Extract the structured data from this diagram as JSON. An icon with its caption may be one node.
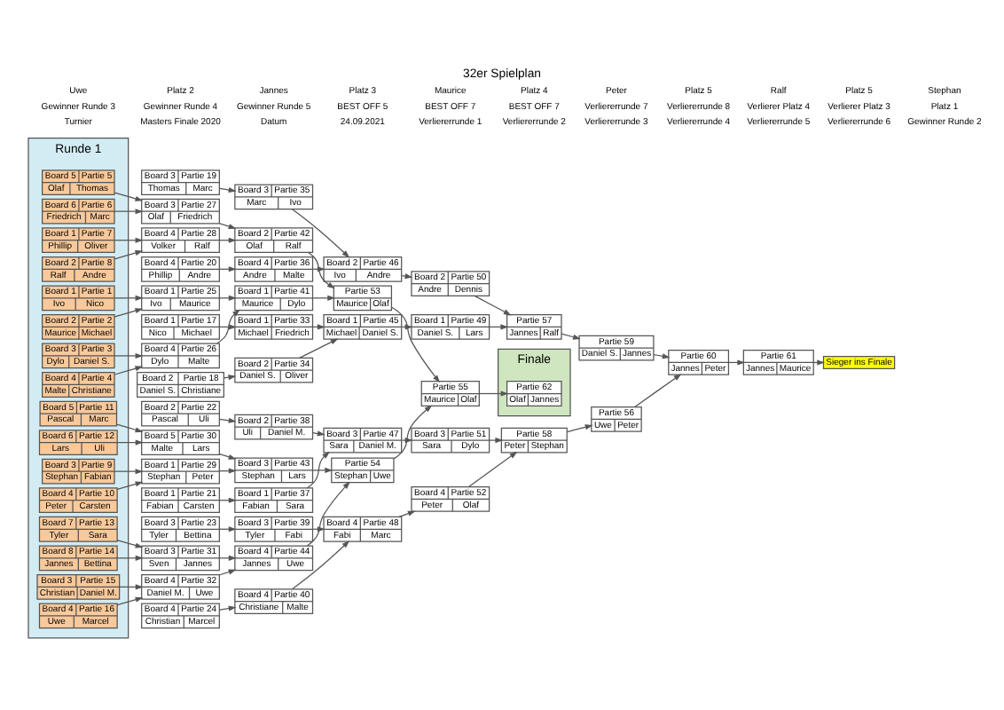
{
  "diagram": {
    "title": "32er Spielplan",
    "nodes": [
      {
        "text": [
          "Runde 1"
        ]
      },
      {
        "text": [
          "Board 1",
          "Partie 1",
          "Ivo",
          "Nico"
        ],
        "in": 0
      },
      {
        "text": [
          "Board 2",
          "Partie 2",
          "Maurice",
          "Michael"
        ],
        "in": 0
      },
      {
        "text": [
          "Board 3",
          "Partie 3",
          "Dylo",
          "Daniel S."
        ],
        "in": 0
      },
      {
        "text": [
          "Board 4",
          "Partie 4",
          "Malte",
          "Christiane"
        ],
        "in": 0
      },
      {
        "text": [
          "Board 5",
          "Partie 5",
          "Olaf",
          "Thomas"
        ],
        "in": 0
      },
      {
        "text": [
          "Board 6",
          "Partie 6",
          "Friedrich",
          "Marc"
        ],
        "in": 0
      },
      {
        "text": [
          "Board 1",
          "Partie 7",
          "Phillip",
          "Oliver"
        ],
        "in": 0
      },
      {
        "text": [
          "Board 2",
          "Partie 8",
          "Ralf",
          "Andre"
        ],
        "in": 0
      },
      {
        "text": [
          "Board 3",
          "Partie 9",
          "Stephan",
          "Fabian"
        ],
        "in": 0
      },
      {
        "text": [
          "Board 4",
          "Partie 10",
          "Peter",
          "Carsten"
        ],
        "in": 0
      },
      {
        "text": [
          "Board 5",
          "Partie 11",
          "Pascal",
          "Marc"
        ],
        "in": 0
      },
      {
        "text": [
          "Board 6",
          "Partie 12",
          "Lars",
          "Uli"
        ],
        "in": 0
      },
      {
        "text": [
          "Board 7",
          "Partie 13",
          "Tyler",
          "Sara"
        ],
        "in": 0
      },
      {
        "text": [
          "Board 8",
          "Partie 14",
          "Jannes",
          "Bettina"
        ],
        "in": 0
      },
      {
        "text": [
          "Board 3",
          "Partie 15",
          "Christian",
          "Daniel M."
        ],
        "in": 0
      },
      {
        "text": [
          "Board 4",
          "Partie 16",
          "Uwe",
          "Marcel"
        ],
        "in": 0
      },
      {
        "text": [
          "Board 1",
          "Partie 17",
          "Nico",
          "Michael"
        ]
      },
      {
        "text": [
          "Board 2",
          "Partie 18",
          "Daniel S.",
          "Christiane"
        ]
      },
      {
        "text": [
          "Board 3",
          "Partie 19",
          "Thomas",
          "Marc"
        ]
      },
      {
        "text": [
          "Board 4",
          "Partie 20",
          "Phillip",
          "Andre"
        ]
      },
      {
        "text": [
          "Board 1",
          "Partie 21",
          "Fabian",
          "Carsten"
        ]
      },
      {
        "text": [
          "Board 2",
          "Partie 22",
          "Pascal",
          "Uli"
        ]
      },
      {
        "text": [
          "Board 3",
          "Partie 23",
          "Tyler",
          "Bettina"
        ]
      },
      {
        "text": [
          "Board 4",
          "Partie 24",
          "Christian",
          "Marcel"
        ]
      },
      {
        "text": [
          "Board 1",
          "Partie 25",
          "Ivo",
          "Maurice"
        ]
      },
      {
        "text": [
          "Board 4",
          "Partie 26",
          "Dylo",
          "Malte"
        ]
      },
      {
        "text": [
          "Board 3",
          "Partie 27",
          "Olaf",
          "Friedrich"
        ]
      },
      {
        "text": [
          "Board 4",
          "Partie 28",
          "Volker",
          "Ralf"
        ]
      },
      {
        "text": [
          "Board 1",
          "Partie 29",
          "Stephan",
          "Peter"
        ]
      },
      {
        "text": [
          "Board 5",
          "Partie 30",
          "Malte",
          "Lars"
        ]
      },
      {
        "text": [
          "Board 3",
          "Partie 31",
          "Sven",
          "Jannes"
        ]
      },
      {
        "text": [
          "Board 4",
          "Partie 32",
          "Daniel M.",
          "Uwe"
        ]
      },
      {
        "text": [
          "Board 1",
          "Partie 33",
          "Michael",
          "Friedrich"
        ]
      },
      {
        "text": [
          "Board 2",
          "Partie 34",
          "Daniel S.",
          "Oliver"
        ]
      },
      {
        "text": [
          "Board 3",
          "Partie 35",
          "Marc",
          "Ivo"
        ]
      },
      {
        "text": [
          "Board 4",
          "Partie 36",
          "Andre",
          "Malte"
        ]
      },
      {
        "text": [
          "Board 1",
          "Partie 37",
          "Fabian",
          "Sara"
        ]
      },
      {
        "text": [
          "Board 2",
          "Partie 38",
          "Uli",
          "Daniel M."
        ]
      },
      {
        "text": [
          "Board 3",
          "Partie 39",
          "Tyler",
          "Fabi"
        ]
      },
      {
        "text": [
          "Board 4",
          "Partie 40",
          "Christiane",
          "Malte"
        ]
      },
      {
        "text": [
          "Board 1",
          "Partie 41",
          "Maurice",
          "Dylo"
        ]
      },
      {
        "text": [
          "Board 2",
          "Partie 42",
          "Olaf",
          "Ralf"
        ]
      },
      {
        "text": [
          "Board 3",
          "Partie 43",
          "Stephan",
          "Lars"
        ]
      },
      {
        "text": [
          "Board 4",
          "Partie 44",
          "Jannes",
          "Uwe"
        ]
      },
      {
        "text": [
          "Board 1",
          "Partie 45",
          "Michael",
          "Daniel S."
        ]
      },
      {
        "text": [
          "Board 2",
          "Partie 46",
          "Ivo",
          "Andre"
        ]
      },
      {
        "text": [
          "Board 3",
          "Partie 47",
          "Sara",
          "Daniel M."
        ]
      },
      {
        "text": [
          "Board 4",
          "Partie 48",
          "Fabi",
          "Marc"
        ]
      },
      {
        "text": [
          "Board 1",
          "Partie 49",
          "Daniel S.",
          "Lars"
        ]
      },
      {
        "text": [
          "Board 2",
          "Partie 50",
          "Andre",
          "Dennis"
        ]
      },
      {
        "text": [
          "Board 3",
          "Partie 51",
          "Sara",
          "Dylo"
        ]
      },
      {
        "text": [
          "Board 4",
          "Partie 52",
          "Peter",
          "Olaf"
        ]
      },
      {
        "text": [
          "Partie 53",
          "Maurice",
          "Olaf"
        ]
      },
      {
        "text": [
          "Partie 54",
          "Stephan",
          "Uwe"
        ]
      },
      {
        "text": [
          "Partie 55",
          "Maurice",
          "Olaf"
        ]
      },
      {
        "text": [
          "Partie 56",
          "Uwe",
          "Peter"
        ]
      },
      {
        "text": [
          "Partie 57",
          "Jannes",
          "Ralf"
        ]
      },
      {
        "text": [
          "Partie 58",
          "Peter",
          "Stephan"
        ]
      },
      {
        "text": [
          "Partie 59",
          "Daniel S.",
          "Jannes"
        ]
      },
      {
        "text": [
          "Partie 60",
          "Jannes",
          "Peter"
        ]
      },
      {
        "text": [
          "Partie 61",
          "Jannes",
          "Maurice"
        ]
      },
      {
        "text": [
          "Finale"
        ]
      },
      {
        "text": [
          "Partie 62",
          "Olaf",
          "Jannes"
        ],
        "in": 62
      },
      {
        "text": [
          "Sieger ins Finale"
        ]
      }
    ],
    "edges": [
      {
        "from": 1,
        "to": 25,
        "arrow": "to"
      },
      {
        "from": 2,
        "to": 25,
        "arrow": "to"
      },
      {
        "from": 3,
        "to": 26,
        "arrow": "to"
      },
      {
        "from": 4,
        "to": 26,
        "arrow": "to"
      },
      {
        "from": 5,
        "to": 27,
        "arrow": "to"
      },
      {
        "from": 6,
        "to": 27,
        "arrow": "to"
      },
      {
        "from": 7,
        "to": 28,
        "arrow": "to"
      },
      {
        "from": 8,
        "to": 28,
        "arrow": "to"
      },
      {
        "from": 9,
        "to": 29,
        "arrow": "to"
      },
      {
        "from": 10,
        "to": 29,
        "arrow": "to"
      },
      {
        "from": 11,
        "to": 30,
        "arrow": "to"
      },
      {
        "from": 12,
        "to": 30,
        "arrow": "to"
      },
      {
        "from": 13,
        "to": 31,
        "arrow": "to"
      },
      {
        "from": 14,
        "to": 31,
        "arrow": "to"
      },
      {
        "from": 15,
        "to": 32,
        "arrow": "to"
      },
      {
        "from": 16,
        "to": 32,
        "arrow": "to"
      },
      {
        "from": 25,
        "to": 41,
        "arrow": "to"
      },
      {
        "from": 26,
        "to": 41,
        "arrow": "to"
      },
      {
        "from": 27,
        "to": 42,
        "arrow": "to"
      },
      {
        "from": 28,
        "to": 42,
        "arrow": "to"
      },
      {
        "from": 29,
        "to": 43,
        "arrow": "to"
      },
      {
        "from": 30,
        "to": 43,
        "arrow": "to"
      },
      {
        "from": 31,
        "to": 44,
        "arrow": "to"
      },
      {
        "from": 32,
        "to": 44,
        "arrow": "to"
      },
      {
        "from": 41,
        "to": 53,
        "arrow": "to"
      },
      {
        "from": 42,
        "to": 53,
        "arrow": "to"
      },
      {
        "from": 43,
        "to": 54,
        "arrow": "to"
      },
      {
        "from": 44,
        "to": 54,
        "arrow": "to"
      },
      {
        "from": 53,
        "to": 55,
        "arrow": "to"
      },
      {
        "from": 54,
        "to": 55,
        "arrow": "to"
      },
      {
        "from": 55,
        "to": 63,
        "arrow": "to"
      },
      {
        "from": 17,
        "to": 33,
        "arrow": "to"
      },
      {
        "from": 18,
        "to": 34,
        "arrow": "to"
      },
      {
        "from": 19,
        "to": 35,
        "arrow": "to"
      },
      {
        "from": 20,
        "to": 36,
        "arrow": "to"
      },
      {
        "from": 21,
        "to": 37,
        "arrow": "to"
      },
      {
        "from": 22,
        "to": 38,
        "arrow": "to"
      },
      {
        "from": 23,
        "to": 39,
        "arrow": "to"
      },
      {
        "from": 24,
        "to": 40,
        "arrow": "to"
      },
      {
        "from": 33,
        "to": 45,
        "arrow": "to"
      },
      {
        "from": 34,
        "to": 45,
        "arrow": "to"
      },
      {
        "from": 35,
        "to": 46,
        "arrow": "to"
      },
      {
        "from": 36,
        "to": 46,
        "arrow": "to"
      },
      {
        "from": 37,
        "to": 47,
        "arrow": "to"
      },
      {
        "from": 38,
        "to": 47,
        "arrow": "to"
      },
      {
        "from": 39,
        "to": 48,
        "arrow": "to"
      },
      {
        "from": 40,
        "to": 48,
        "arrow": "to"
      },
      {
        "from": 45,
        "to": 49,
        "arrow": "to"
      },
      {
        "from": 46,
        "to": 50,
        "arrow": "to"
      },
      {
        "from": 47,
        "to": 51,
        "arrow": "to"
      },
      {
        "from": 48,
        "to": 52,
        "arrow": "to"
      },
      {
        "from": 49,
        "to": 57,
        "arrow": "to"
      },
      {
        "from": 50,
        "to": 57,
        "arrow": "to"
      },
      {
        "from": 51,
        "to": 58,
        "arrow": "to"
      },
      {
        "from": 52,
        "to": 58,
        "arrow": "to"
      },
      {
        "from": 57,
        "to": 59,
        "arrow": "to"
      },
      {
        "from": 58,
        "to": 56,
        "arrow": "to"
      },
      {
        "from": 59,
        "to": 60,
        "arrow": "to"
      },
      {
        "from": 56,
        "to": 60,
        "arrow": "to"
      },
      {
        "from": 60,
        "to": 61,
        "arrow": "to"
      },
      {
        "from": 61,
        "to": 64,
        "arrow": "to"
      }
    ],
    "labels": [
      "Turnier",
      "Masters Finale 2020",
      "Datum",
      "24.09.2021",
      "Verliererrunde 1",
      "Verliererrunde 2",
      "Verliererrunde 3",
      "Verliererrunde 4",
      "Verliererrunde 5",
      "Verliererrunde 6",
      "Gewinner Runde 2",
      "Gewinner Runde 3",
      "Gewinner Runde 4",
      "Gewinner Runde 5",
      "BEST OFF 5",
      "BEST OFF 7",
      "BEST OFF 7",
      "Verliererrunde 7",
      "Verliererrunde 8",
      "Verlierer Platz 4",
      "Verlierer Platz 3",
      "Platz 1",
      "Uwe",
      "Platz 2",
      "Jannes",
      "Platz 3",
      "Maurice",
      "Platz 4",
      "Peter",
      "Platz 5",
      "Ralf",
      "Platz 5",
      "Stephan"
    ]
  }
}
